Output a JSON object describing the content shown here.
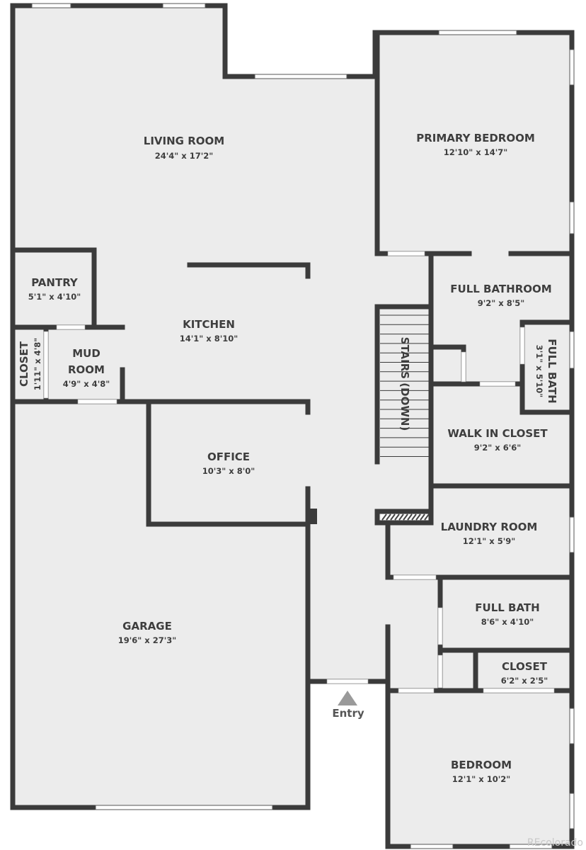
{
  "rooms": {
    "living": {
      "name": "LIVING ROOM",
      "dims": "24'4\" x 17'2\""
    },
    "primary_bedroom": {
      "name": "PRIMARY BEDROOM",
      "dims": "12'10\" x 14'7\""
    },
    "pantry": {
      "name": "PANTRY",
      "dims": "5'1\" x 4'10\""
    },
    "kitchen": {
      "name": "KITCHEN",
      "dims": "14'1\" x 8'10\""
    },
    "full_bathroom": {
      "name": "FULL BATHROOM",
      "dims": "9'2\" x 8'5\""
    },
    "closet_left": {
      "name": "CLOSET",
      "dims": "1'11\" x 4'8\""
    },
    "mud_room": {
      "name_1": "MUD",
      "name_2": "ROOM",
      "dims": "4'9\" x 4'8\""
    },
    "stairs": {
      "name": "STAIRS (DOWN)"
    },
    "full_bath_small": {
      "name": "FULL BATH",
      "dims": "3'1\" x 5'10\""
    },
    "walk_in_closet": {
      "name": "WALK IN CLOSET",
      "dims": "9'2\" x 6'6\""
    },
    "office": {
      "name": "OFFICE",
      "dims": "10'3\" x 8'0\""
    },
    "laundry": {
      "name": "LAUNDRY ROOM",
      "dims": "12'1\" x 5'9\""
    },
    "full_bath_lower": {
      "name": "FULL BATH",
      "dims": "8'6\" x 4'10\""
    },
    "garage": {
      "name": "GARAGE",
      "dims": "19'6\" x 27'3\""
    },
    "closet_lower": {
      "name": "CLOSET",
      "dims": "6'2\" x 2'5\""
    },
    "bedroom": {
      "name": "BEDROOM",
      "dims": "12'1\" x 10'2\""
    }
  },
  "entry": {
    "label": "Entry",
    "icon": "triangle-up-icon"
  },
  "watermark": "REcolorado",
  "colors": {
    "wall": "#3b3b3b",
    "floor": "#ececec",
    "text": "#3e3e3e"
  }
}
